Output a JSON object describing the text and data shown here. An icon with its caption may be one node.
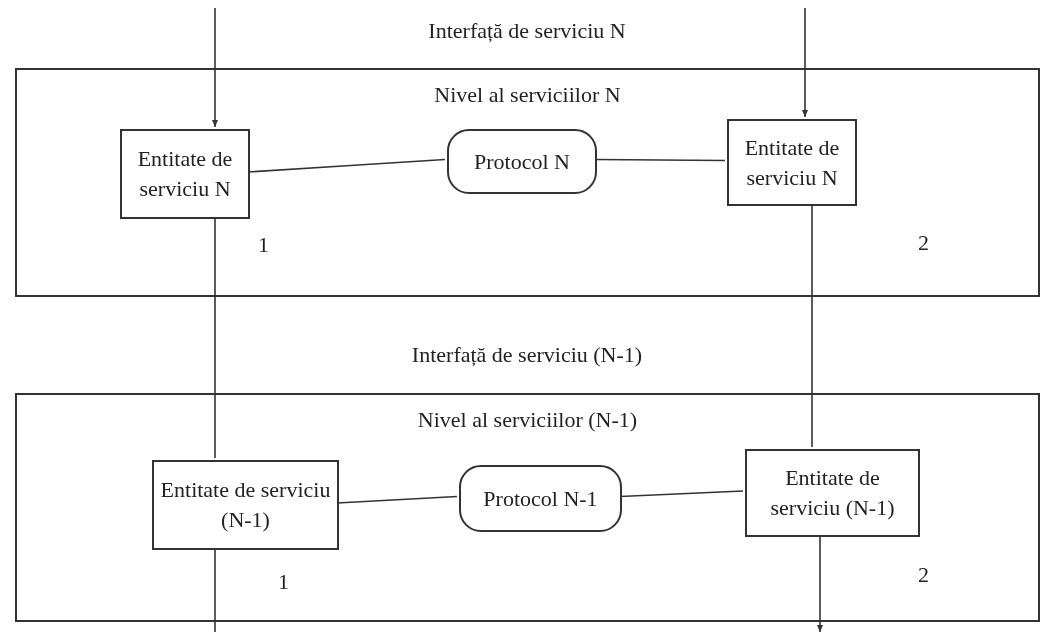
{
  "diagram": {
    "nodes": [
      {
        "text": [
          "Nivel al serviciilor N"
        ]
      },
      {
        "text": [
          "Entitate de serviciu N"
        ],
        "in": 0,
        "beside": [
          "1"
        ]
      },
      {
        "text": [
          "Protocol N"
        ],
        "in": 0
      },
      {
        "text": [
          "Entitate de serviciu N"
        ],
        "in": 0,
        "beside": [
          "2"
        ]
      },
      {
        "text": [
          "Nivel al serviciilor (N-1)"
        ]
      },
      {
        "text": [
          "Entitate de serviciu (N-1)"
        ],
        "in": 4,
        "beside": [
          "1"
        ]
      },
      {
        "text": [
          "Protocol N-1"
        ],
        "in": 4
      },
      {
        "text": [
          "Entitate de serviciu (N-1)"
        ],
        "in": 4,
        "beside": [
          "2"
        ]
      }
    ],
    "edges": [
      {
        "from": null,
        "to": 1,
        "arrow": "to"
      },
      {
        "from": null,
        "to": 3,
        "arrow": "to"
      },
      {
        "from": 1,
        "to": 2,
        "arrow": "none"
      },
      {
        "from": 2,
        "to": 3,
        "arrow": "none"
      },
      {
        "from": 1,
        "to": 5,
        "arrow": "none"
      },
      {
        "from": 7,
        "to": 3,
        "arrow": "none"
      },
      {
        "from": 5,
        "to": 6,
        "arrow": "none"
      },
      {
        "from": 6,
        "to": 7,
        "arrow": "none"
      },
      {
        "from": 5,
        "to": null,
        "arrow": "none"
      },
      {
        "from": 7,
        "to": null,
        "arrow": "to"
      }
    ],
    "labels": [
      "Interfață de serviciu N",
      "Interfață de serviciu (N-1)"
    ]
  }
}
